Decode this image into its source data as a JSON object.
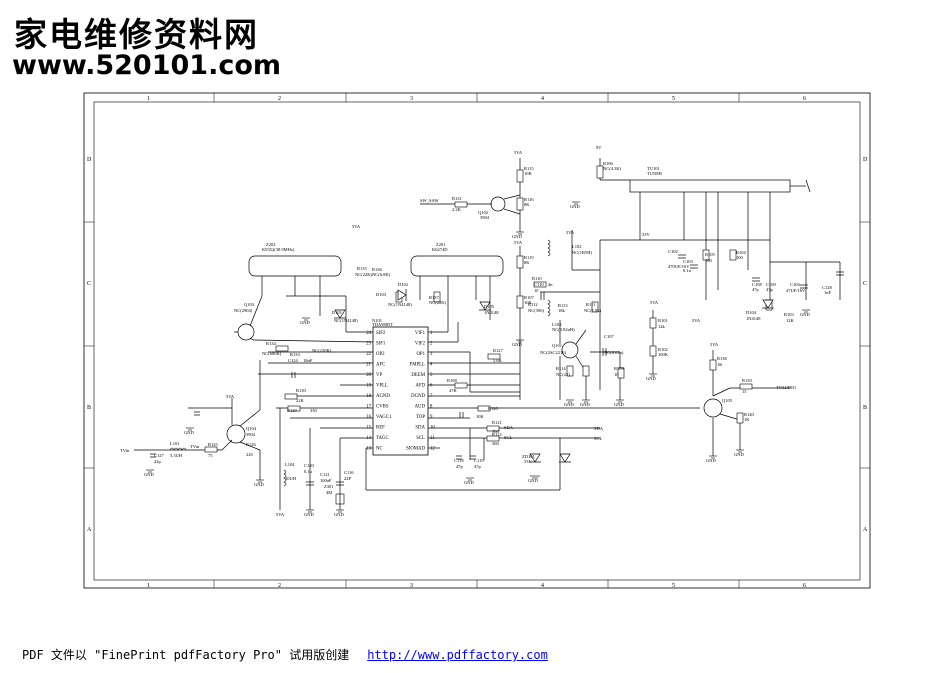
{
  "header": {
    "site_name_cn": "家电维修资料网",
    "site_url": "www.520101.com"
  },
  "footer": {
    "text": "PDF 文件以 \"FinePrint pdfFactory Pro\" 试用版创建",
    "link": "http://www.pdffactory.com"
  },
  "frame": {
    "col_labels": [
      "1",
      "2",
      "3",
      "4",
      "5",
      "6"
    ],
    "row_labels": [
      "D",
      "C",
      "B",
      "A"
    ]
  },
  "ic": {
    "ref": "N101",
    "part": "TDA9885T",
    "left_pins": [
      {
        "num": "24",
        "name": "SIF2"
      },
      {
        "num": "23",
        "name": "SIF1"
      },
      {
        "num": "22",
        "name": "OP2"
      },
      {
        "num": "21",
        "name": "AFC"
      },
      {
        "num": "20",
        "name": "VP"
      },
      {
        "num": "19",
        "name": "VPLL"
      },
      {
        "num": "18",
        "name": "AGND"
      },
      {
        "num": "17",
        "name": "CVBS"
      },
      {
        "num": "16",
        "name": "VAGC1"
      },
      {
        "num": "15",
        "name": "REF"
      },
      {
        "num": "14",
        "name": "TAGC"
      },
      {
        "num": "13",
        "name": "NC"
      }
    ],
    "right_pins": [
      {
        "num": "1",
        "name": "VIF1"
      },
      {
        "num": "2",
        "name": "VIF2"
      },
      {
        "num": "3",
        "name": "OP1"
      },
      {
        "num": "4",
        "name": "FMPLL"
      },
      {
        "num": "5",
        "name": "DEEM"
      },
      {
        "num": "6",
        "name": "AFD"
      },
      {
        "num": "7",
        "name": "DGND"
      },
      {
        "num": "8",
        "name": "AUD"
      },
      {
        "num": "9",
        "name": "TOP"
      },
      {
        "num": "10",
        "name": "SDA"
      },
      {
        "num": "11",
        "name": "SCL"
      },
      {
        "num": "12",
        "name": "SIOMAD"
      }
    ]
  },
  "labels": {
    "z202": "Z202",
    "z202_part": "K9352(38.9MHz)",
    "z201": "Z201",
    "z201_part": "K6274D",
    "tuner": "TU101",
    "tuner_part": "TUNER",
    "q103": "Q103",
    "q103_part": "NC(2904)",
    "q102": "Q102",
    "q102_part": "3904",
    "q101": "Q101",
    "q101_part": "NC(2SC2216)",
    "q104": "Q104",
    "q104_part": "3904",
    "q105": "Q105",
    "d102": "D102",
    "d102_part": "NC(1N4148)",
    "d103": "D103",
    "d101": "D101",
    "d101_part": "NC(1N4148)",
    "d105": "D105",
    "d105_part": "1N4148",
    "d104": "D104",
    "d104_part": "1N4148",
    "zd101": "ZD101",
    "zd101_part": "33V",
    "vt_5va": "5VA",
    "vt_33v": "33V",
    "sw_saw": "SW_SAW",
    "tvin": "TVin",
    "tvaudio": "TVAUDIO",
    "sda": "SDA",
    "scl": "SCL",
    "gnd": "GND",
    "vcc_9v": "9V",
    "r131": "R131",
    "r131_val": "2.2K",
    "r115": "R115",
    "r115_val": "10K",
    "r116": "R116",
    "r116_val": "8K",
    "r119": "R119",
    "r119_val": "8K",
    "r107": "R107",
    "r107_val": "10K",
    "l102": "L102",
    "l102_val": "NC(1R5H)",
    "l103": "L103",
    "l103_val": "NC(0.82uH)",
    "r112": "R112",
    "r112_val": "NC(390)",
    "r111": "R111",
    "r111_val": "NC(1.8k)",
    "c107": "C107",
    "c107_val": "NC(0.01u)",
    "r106": "R106",
    "r106_val": "NC(4.3K)",
    "c102": "C102",
    "c102_val": "470UF/16V",
    "c103": "C103",
    "c103_val": "0.1u",
    "r105": "R105",
    "r105_val": "100",
    "r104": "R104",
    "r104_val": "100",
    "r103": "R103",
    "r103_val": "12K",
    "r101": "R101",
    "r101_val": "12k",
    "r102": "R102",
    "r102_val": "100K",
    "r138": "R138",
    "r138_val": "1K",
    "r139": "R139",
    "r139_val": "15",
    "r140": "R140",
    "r140_val": "1K",
    "r134": "R134",
    "r134_val": "NC(680K)",
    "r133": "R133",
    "r133_val": "NC(220K)",
    "c124": "C124",
    "c124_val": "18nF",
    "r130": "R130",
    "r130_val": "22K",
    "r129": "R129",
    "r129_val": "330",
    "r128": "R128",
    "r128_val": "330",
    "r126": "R126",
    "r126_val": "220",
    "r125": "R125",
    "r125_val": "75",
    "l101": "L101",
    "l101_val": "3.3UH",
    "c127": "C127",
    "c127_val": "22p",
    "l104": "L104",
    "l104_val": "10UH",
    "c120": "C120",
    "c120_val": "0.1u",
    "c121": "C121",
    "c121_val": "100uF",
    "c116": "C116",
    "c116_val": "22P",
    "z301": "Z301",
    "z301_val": "4M",
    "c118": "C118",
    "c118_val": "47p",
    "c119": "C119",
    "c119_val": "47p",
    "r121": "R121",
    "r121_val": "560",
    "r122": "R122",
    "r122_val": "560",
    "r127": "R127",
    "r127_val": "5.6K",
    "r108": "R108",
    "r108_val": "47K",
    "r120": "R120",
    "r120_val": "10K",
    "r110": "R110",
    "r110_val": "10",
    "c110": "C110",
    "c110_val": "4n",
    "r137": "R137",
    "r137_val": "NC(22K)",
    "r136": "R136",
    "r136_val": "NC(6.8K)",
    "r135": "R135",
    "r135_val": "NC(22K)",
    "c108": "C108",
    "c108_val": "47p",
    "c109": "C109",
    "c109_val": "47p",
    "c104": "C104",
    "c104_val": "47UF/16V",
    "c128": "C128",
    "c128_val": "1nF",
    "r113": "R113",
    "r113_val": "18k",
    "r114": "R114",
    "r114_val": "NC(22)",
    "r109": "R109",
    "r109_val": "10"
  }
}
